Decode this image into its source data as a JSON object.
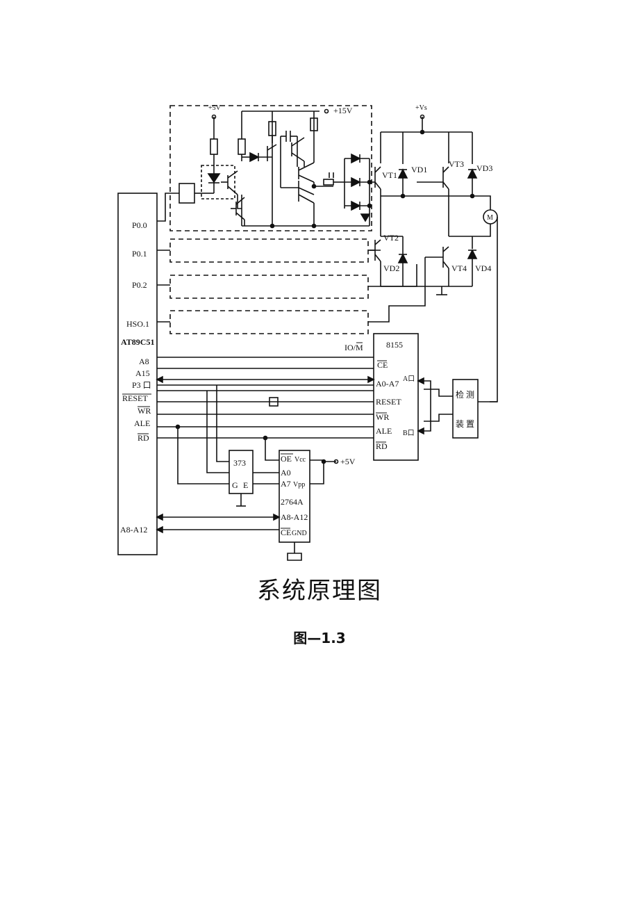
{
  "diagram": {
    "mcu": {
      "name": "AT89C51",
      "pins": {
        "p00": "P0.0",
        "p01": "P0.1",
        "p02": "P0.2",
        "hso1": "HSO.1",
        "a8": "A8",
        "a15": "A15",
        "p3": "P3 口",
        "reset": "RESET",
        "wr": "WR",
        "ale": "ALE",
        "rd": "RD",
        "a8a12": "A8-A12"
      }
    },
    "supply": {
      "v15": "+15V",
      "v5_top": "+5V",
      "vs": "+Vs",
      "v5_eprom": "+5V"
    },
    "bridge": {
      "vt1": "VT1",
      "vt2": "VT2",
      "vt3": "VT3",
      "vt4": "VT4",
      "vd1": "VD1",
      "vd2": "VD2",
      "vd3": "VD3",
      "vd4": "VD4",
      "motor": "M"
    },
    "ppi": {
      "name": "8155",
      "iom": "IO/M",
      "ce": "CE",
      "a0a7": "A0-A7",
      "reset": "RESET",
      "wr": "WR",
      "ale": "ALE",
      "rd": "RD",
      "porta": "A口",
      "portb": "B口"
    },
    "latch": {
      "name": "373",
      "g": "G",
      "e": "E"
    },
    "eprom": {
      "name": "2764A",
      "oe": "OE",
      "vcc": "Vcc",
      "a0": "A0",
      "a7": "A7",
      "vpp": "Vpp",
      "a8a12": "A8-A12",
      "ce": "CE",
      "gnd": "GND"
    },
    "detector": {
      "line1": "检 测",
      "line2": "装 置"
    }
  },
  "caption": {
    "title": "系统原理图",
    "figure": "图—1.3"
  }
}
